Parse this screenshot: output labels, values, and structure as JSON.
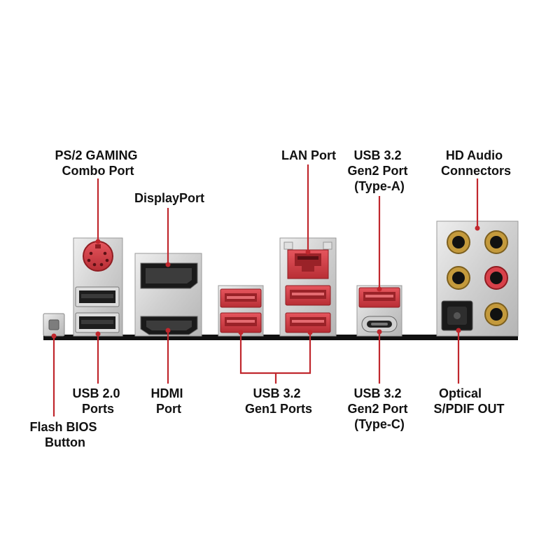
{
  "colors": {
    "accent": "#c0272d",
    "port_red": "#d8414a",
    "port_red_dark": "#8f1d22",
    "metal": "#d6d6d6",
    "board": "#111111",
    "text": "#111111"
  },
  "labels": {
    "ps2": [
      "PS/2 GAMING",
      "Combo Port"
    ],
    "displayport": [
      "DisplayPort"
    ],
    "lan": [
      "LAN Port"
    ],
    "usb_gen2_a": [
      "USB 3.2",
      "Gen2 Port",
      "(Type-A)"
    ],
    "hd_audio": [
      "HD Audio",
      "Connectors"
    ],
    "usb20": [
      "USB 2.0",
      "Ports"
    ],
    "hdmi": [
      "HDMI",
      "Port"
    ],
    "usb_gen1": [
      "USB 3.2",
      "Gen1 Ports"
    ],
    "usb_gen2_c": [
      "USB 3.2",
      "Gen2 Port",
      "(Type-C)"
    ],
    "optical": [
      "Optical",
      "S/PDIF OUT"
    ],
    "flash_bios": [
      "Flash BIOS",
      "Button"
    ]
  },
  "icons": {
    "ps2_port": "ps2-port-icon",
    "usb_a": "usb-a-port-icon",
    "usb_c": "usb-c-port-icon",
    "displayport": "displayport-icon",
    "hdmi": "hdmi-port-icon",
    "rj45": "rj45-lan-port-icon",
    "audio_jack": "audio-jack-icon",
    "toslink": "optical-toslink-icon",
    "button": "flash-bios-button-icon"
  }
}
